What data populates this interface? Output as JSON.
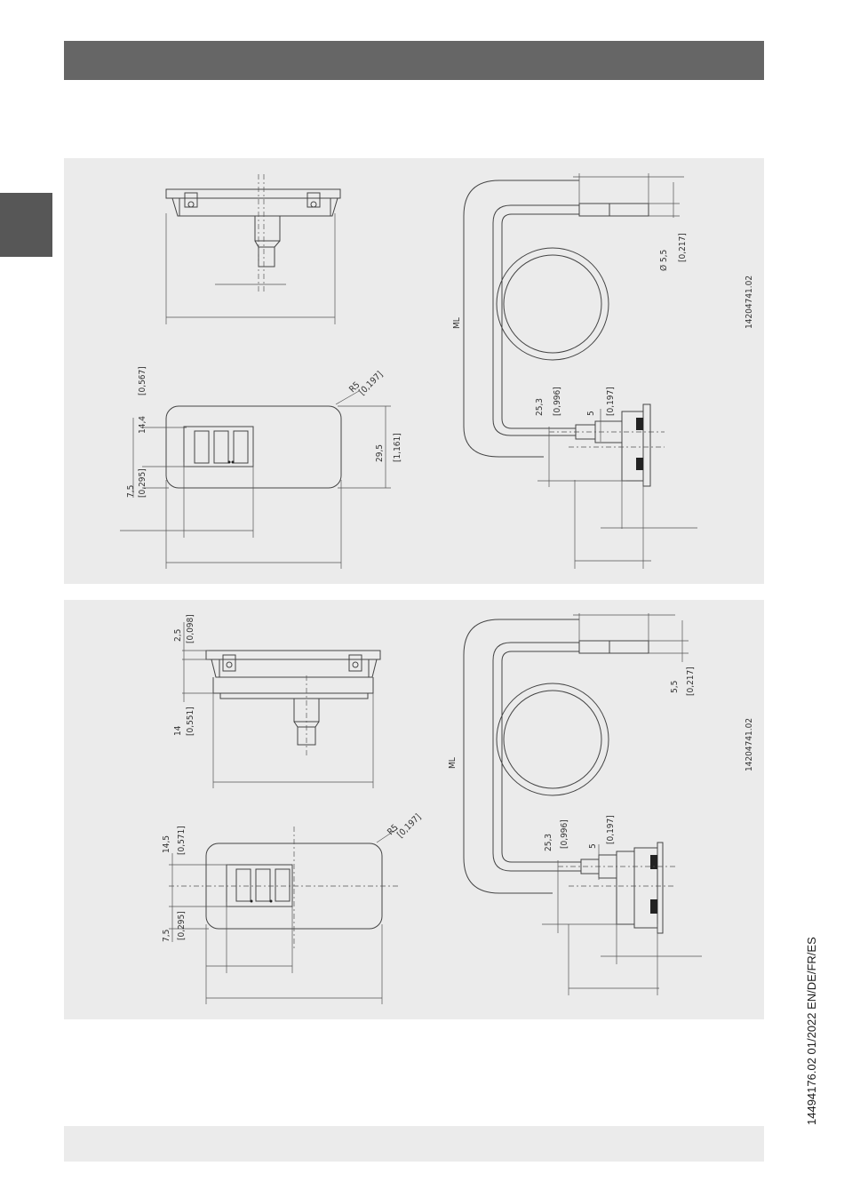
{
  "document_code": "14494176.02 01/2022 EN/DE/FR/ES",
  "panels": [
    {
      "drawing_number": "14204741.02",
      "dims": {
        "radius": "R5",
        "radius_in": "[0,197]",
        "top_offset": "14,4",
        "top_offset_in": "[0,567]",
        "bottom_offset": "7,5",
        "bottom_offset_in": "[0,295]",
        "height": "29,5",
        "height_in": "[1,161]",
        "cable_left": "25,3",
        "cable_left_in": "[0,996]",
        "cable_gap": "5",
        "cable_gap_in": "[0,197]",
        "probe_dia": "Ø 5,5",
        "probe_dia_in": "[0,217]",
        "cable_len": "ML"
      }
    },
    {
      "drawing_number": "14204741.02",
      "dims": {
        "side_top": "2,5",
        "side_top_in": "[0,098]",
        "side_depth": "14",
        "side_depth_in": "[0,551]",
        "radius": "R5",
        "radius_in": "[0,197]",
        "top_offset": "14,5",
        "top_offset_in": "[0,571]",
        "bottom_offset": "7,5",
        "bottom_offset_in": "[0,295]",
        "cable_left": "25,3",
        "cable_left_in": "[0,996]",
        "cable_gap": "5",
        "cable_gap_in": "[0,197]",
        "probe_dia": "5,5",
        "probe_dia_in": "[0,217]",
        "cable_len": "ML"
      }
    }
  ]
}
